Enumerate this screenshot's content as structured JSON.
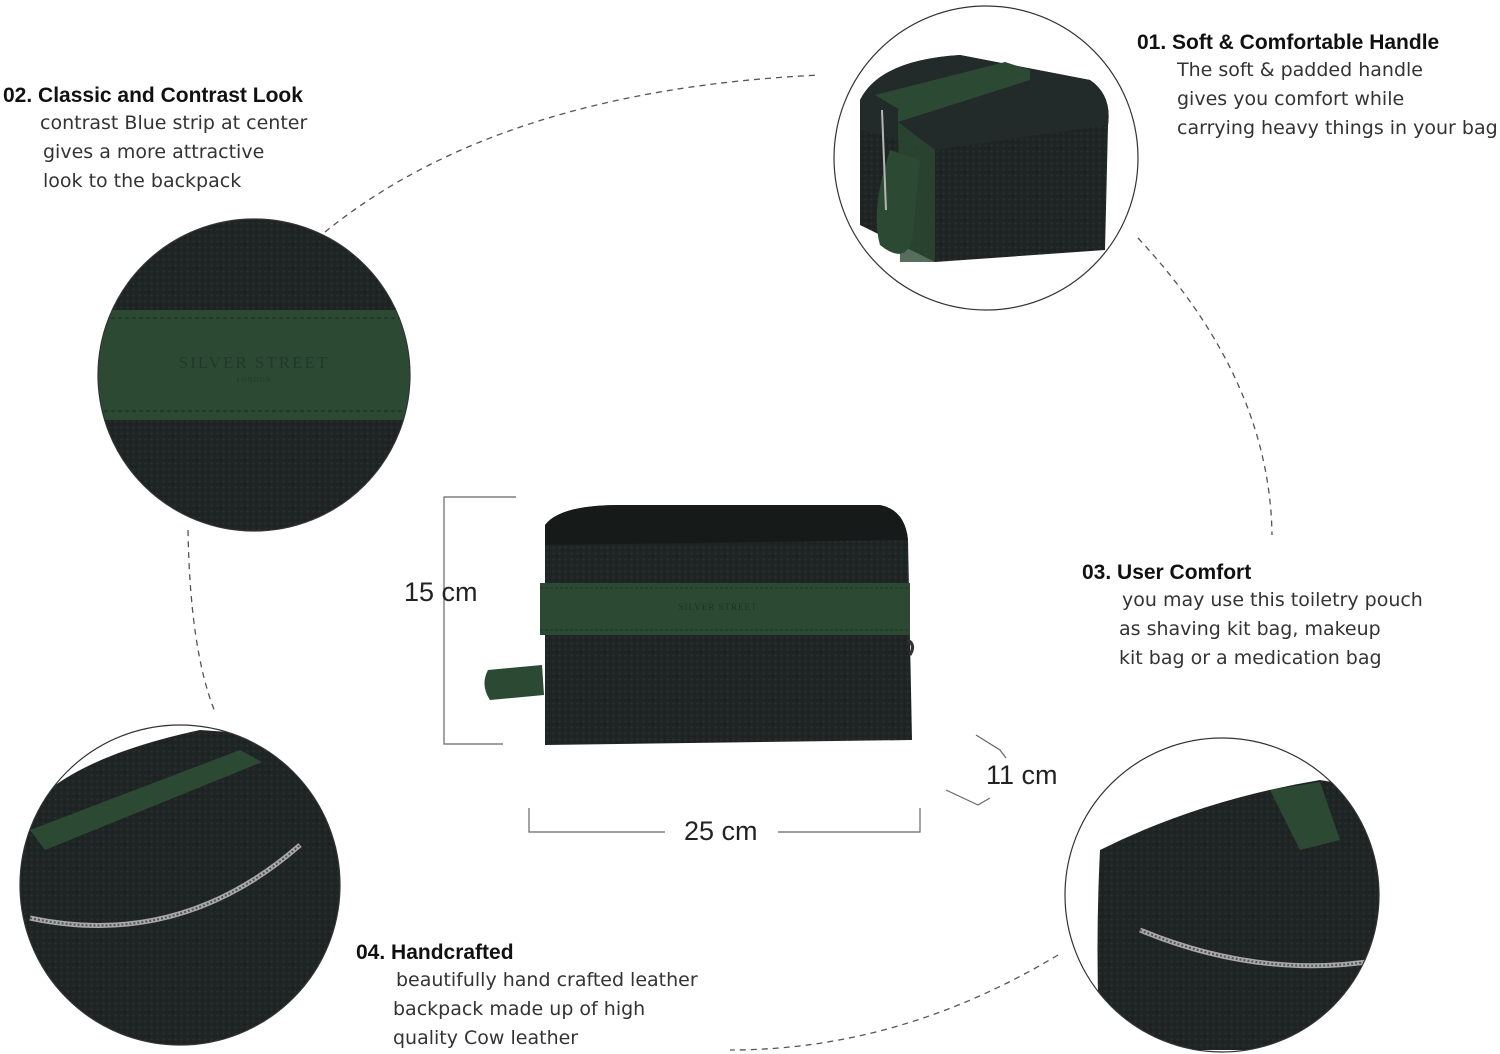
{
  "features": [
    {
      "title": "01. Soft & Comfortable Handle",
      "lines": [
        "The soft & padded handle",
        "gives you comfort while",
        "carrying heavy things in your bag"
      ]
    },
    {
      "title": "02. Classic and Contrast Look",
      "lines": [
        "contrast Blue strip at center",
        "gives a more attractive",
        "look to the backpack"
      ]
    },
    {
      "title": "03. User Comfort",
      "lines": [
        "you may use this toiletry pouch",
        "as shaving kit bag, makeup",
        "kit bag or a medication bag"
      ]
    },
    {
      "title": "04. Handcrafted",
      "lines": [
        "beautifully hand crafted leather",
        "backpack made up of high",
        "quality Cow leather"
      ]
    }
  ],
  "dimensions": {
    "height": "15 cm",
    "width": "25 cm",
    "depth": "11 cm"
  },
  "brand": {
    "name": "SILVER STREET",
    "sub": "LONDON"
  },
  "colors": {
    "leather": "#1e2423",
    "strip": "#2c4a33",
    "line": "#555555"
  }
}
